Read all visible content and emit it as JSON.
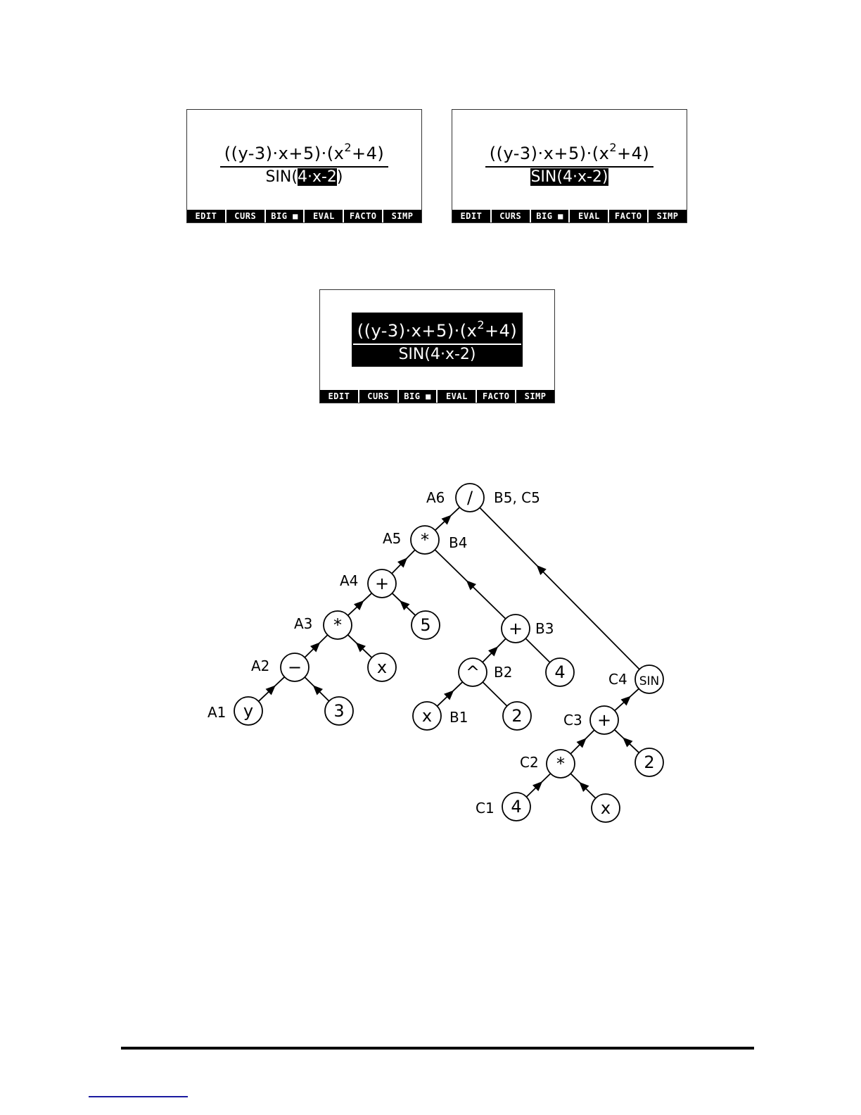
{
  "menu": [
    "EDIT",
    "CURS",
    "BIG ■",
    "EVAL",
    "FACTO",
    "SIMP"
  ],
  "expression": {
    "num_a": "((y-3)·x+5)·(x",
    "num_exp": "2",
    "num_b": "+4)",
    "den_pre": "SIN(",
    "den_mid": "4·x-2",
    "den_post": ")",
    "den_full": "SIN(4·x-2)"
  },
  "tree": {
    "nodes": [
      {
        "id": "root",
        "text": "/",
        "label": "A6",
        "side_label": "B5, C5"
      },
      {
        "id": "a5",
        "text": "*",
        "label": "A5",
        "side_label": "B4"
      },
      {
        "id": "a4",
        "text": "+",
        "label": "A4"
      },
      {
        "id": "n5",
        "text": "5"
      },
      {
        "id": "a3",
        "text": "*",
        "label": "A3"
      },
      {
        "id": "nx1",
        "text": "x"
      },
      {
        "id": "a2",
        "text": "−",
        "label": "A2"
      },
      {
        "id": "ny",
        "text": "y",
        "label": "A1"
      },
      {
        "id": "n3",
        "text": "3"
      },
      {
        "id": "b3",
        "text": "+",
        "side_label": "B3"
      },
      {
        "id": "n4a",
        "text": "4"
      },
      {
        "id": "b2",
        "text": "^",
        "side_label": "B2"
      },
      {
        "id": "nx2",
        "text": "x",
        "side_label": "B1"
      },
      {
        "id": "n2a",
        "text": "2"
      },
      {
        "id": "c4",
        "text": "SIN",
        "label": "C4"
      },
      {
        "id": "c3",
        "text": "+",
        "label": "C3"
      },
      {
        "id": "n2b",
        "text": "2"
      },
      {
        "id": "c2",
        "text": "*",
        "label": "C2"
      },
      {
        "id": "n4b",
        "text": "4",
        "label": "C1"
      },
      {
        "id": "nx3",
        "text": "x"
      }
    ]
  }
}
